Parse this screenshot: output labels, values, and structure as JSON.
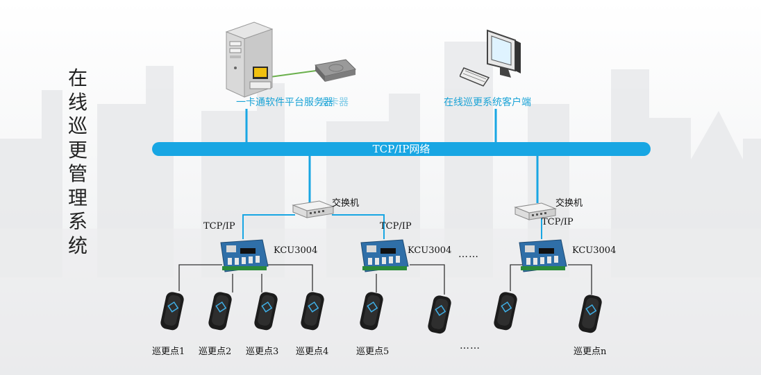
{
  "title_vertical": [
    "在",
    "线",
    "巡",
    "更",
    "管",
    "理",
    "系",
    "统"
  ],
  "server_label": "一卡通软件平台服务器",
  "server_overlay_label": "发卡器",
  "client_label": "在线巡更系统客户端",
  "network_label": "TCP/IP网络",
  "switch_label": "交换机",
  "tcpip_label": "TCP/IP",
  "controller_label": "KCU3004",
  "ellipsis": "……",
  "reader_labels": [
    "巡更点1",
    "巡更点2",
    "巡更点3",
    "巡更点4",
    "巡更点5",
    "巡更点n"
  ],
  "colors": {
    "bus": "#18a6e3",
    "label_cyan": "#1aa3d6",
    "wire_dark": "#333333"
  }
}
